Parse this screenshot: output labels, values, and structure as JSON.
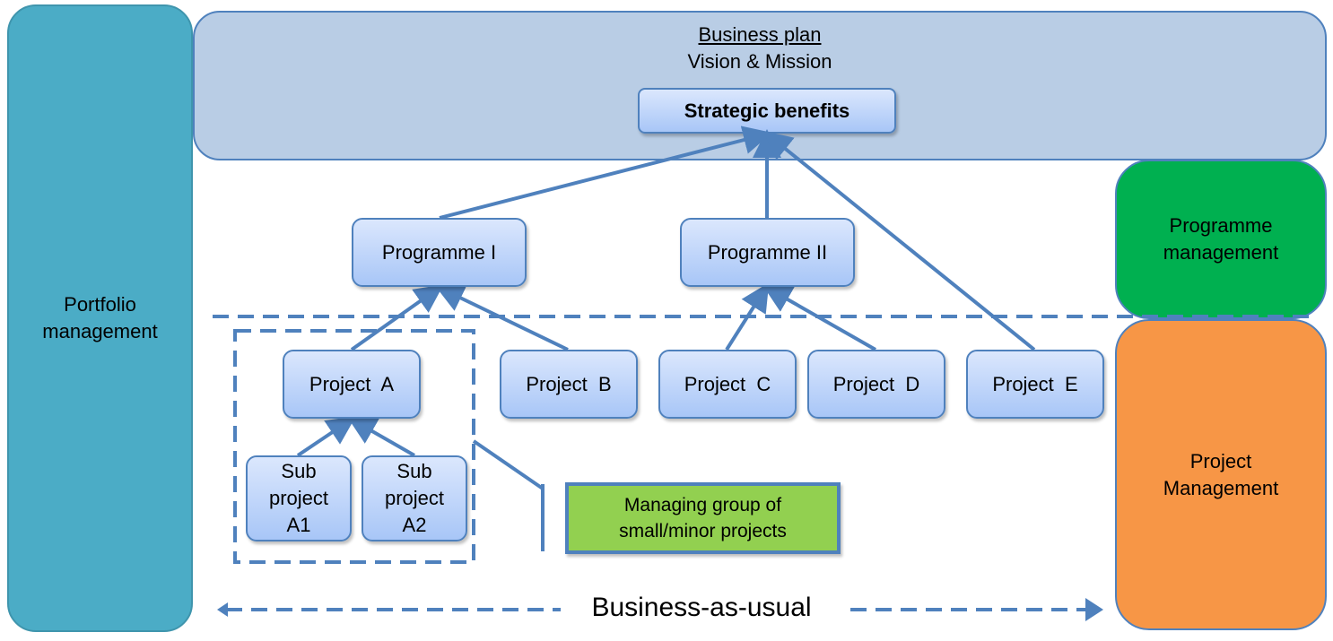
{
  "portfolio": {
    "label": "Portfolio management",
    "color": "#4BACC6"
  },
  "business_plan": {
    "title": "Business plan",
    "subtitle": "Vision & Mission",
    "color": "#B9CDE5"
  },
  "strategic_benefits": "Strategic benefits",
  "programmes": [
    "Programme I",
    "Programme II"
  ],
  "projects": [
    "Project  A",
    "Project  B",
    "Project  C",
    "Project  D",
    "Project  E"
  ],
  "subprojects": [
    [
      "Sub",
      "project",
      "A1"
    ],
    [
      "Sub",
      "project",
      "A2"
    ]
  ],
  "programme_management": {
    "label": "Programme management",
    "color": "#00B050"
  },
  "project_management": {
    "label": "Project Management",
    "color": "#F79646"
  },
  "managing_group": {
    "label": "Managing group of small/minor projects",
    "color": "#92D050"
  },
  "business_as_usual": "Business-as-usual",
  "line_color": "#4F81BD"
}
